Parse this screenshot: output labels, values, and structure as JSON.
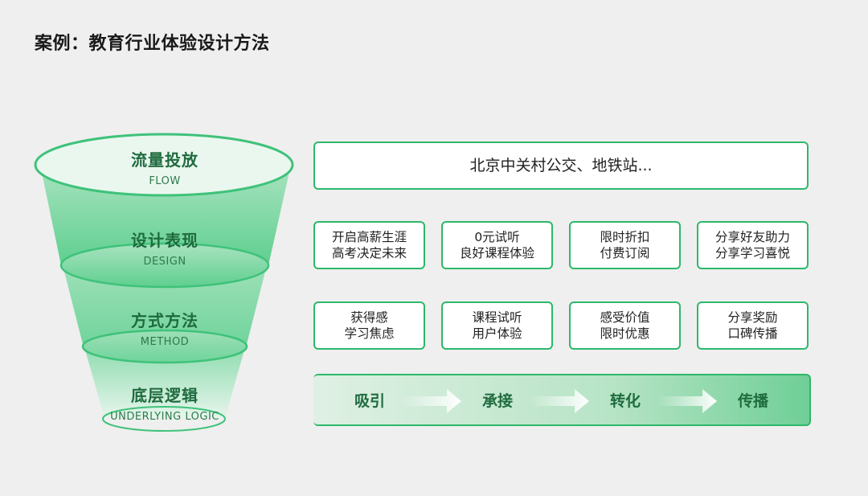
{
  "title": "案例：教育行业体验设计方法",
  "funnel": [
    {
      "cn": "流量投放",
      "en": "FLOW"
    },
    {
      "cn": "设计表现",
      "en": "DESIGN"
    },
    {
      "cn": "方式方法",
      "en": "METHOD"
    },
    {
      "cn": "底层逻辑",
      "en": "UNDERLYING LOGIC"
    }
  ],
  "flow_box": "北京中关村公交、地铁站...",
  "design_boxes": [
    {
      "line1": "开启高薪生涯",
      "line2": "高考决定未来"
    },
    {
      "line1": "0元试听",
      "line2": "良好课程体验"
    },
    {
      "line1": "限时折扣",
      "line2": "付费订阅"
    },
    {
      "line1": "分享好友助力",
      "line2": "分享学习喜悦"
    }
  ],
  "method_boxes": [
    {
      "line1": "获得感",
      "line2": "学习焦虑"
    },
    {
      "line1": "课程试听",
      "line2": "用户体验"
    },
    {
      "line1": "感受价值",
      "line2": "限时优惠"
    },
    {
      "line1": "分享奖励",
      "line2": "口碑传播"
    }
  ],
  "logic_steps": [
    "吸引",
    "承接",
    "转化",
    "传播"
  ],
  "colors": {
    "accent": "#2db86a",
    "text_green": "#1f6b3e",
    "background": "#efefef"
  }
}
